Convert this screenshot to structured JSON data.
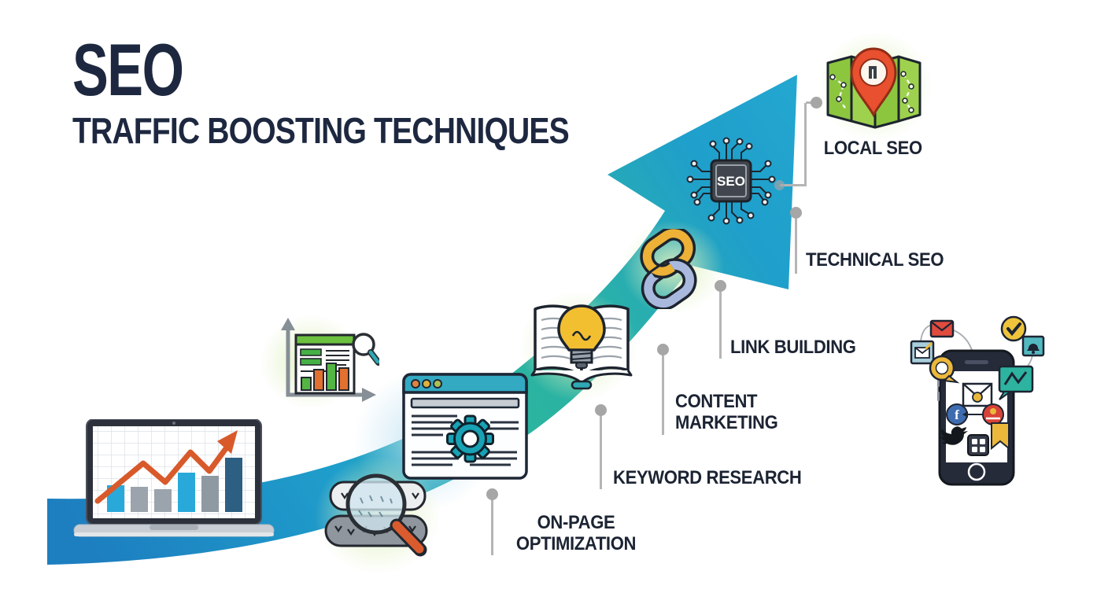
{
  "header": {
    "title": "SEO",
    "subtitle": "TRAFFIC BOOSTING TECHNIQUES"
  },
  "techniques": [
    {
      "id": "on-page-optimization",
      "line1": "ON-PAGE",
      "line2": "OPTIMIZATION",
      "icon": "search-database-icon"
    },
    {
      "id": "keyword-research",
      "line1": "KEYWORD RESEARCH",
      "line2": "",
      "icon": "analytics-chart-magnifier-icon"
    },
    {
      "id": "content-marketing",
      "line1": "CONTENT",
      "line2": "MARKETING",
      "icon": "book-lightbulb-icon"
    },
    {
      "id": "link-building",
      "line1": "LINK BUILDING",
      "line2": "",
      "icon": "chain-links-icon"
    },
    {
      "id": "technical-seo",
      "line1": "TECHNICAL SEO",
      "line2": "",
      "icon": "seo-chip-icon"
    },
    {
      "id": "local-seo",
      "line1": "LOCAL SEO",
      "line2": "",
      "icon": "map-pin-icon"
    }
  ],
  "chip": {
    "label": "SEO"
  },
  "social": {
    "facebook_initial": "f"
  },
  "icon_names": [
    "laptop-analytics-icon",
    "search-database-icon",
    "browser-gear-icon",
    "analytics-chart-magnifier-icon",
    "book-lightbulb-icon",
    "chain-links-icon",
    "seo-chip-icon",
    "map-pin-icon",
    "smartphone-social-icon",
    "growth-arrow-shape",
    "envelope-icon",
    "check-circle-icon",
    "bell-square-icon",
    "chart-bubble-icon",
    "chat-bubble-icon",
    "facebook-icon",
    "twitter-icon",
    "app-grid-icon",
    "bookmark-icon",
    "sealed-envelope-icon"
  ],
  "theme": {
    "title_color": "#1d2840",
    "label_color": "#1c2433",
    "connector_gray": "#b5b5b5",
    "dot_gray": "#a6a6a6",
    "arrow_blue": "#1d7fc0",
    "arrow_cyan": "#21a3cc",
    "arrow_green": "#2db69d",
    "glow_green": "#def0be",
    "accent_orange": "#d85a2b",
    "accent_yellow": "#ecb235",
    "accent_green": "#6cc13f",
    "accent_red": "#e8502f",
    "accent_teal": "#1ba3b6",
    "bar_cyan": "#29a9da",
    "bar_gray": "#9ba4ac",
    "bar_navy": "#2d5f82",
    "periwinkle": "#a9b9de",
    "phone_navy": "#262b3a"
  }
}
